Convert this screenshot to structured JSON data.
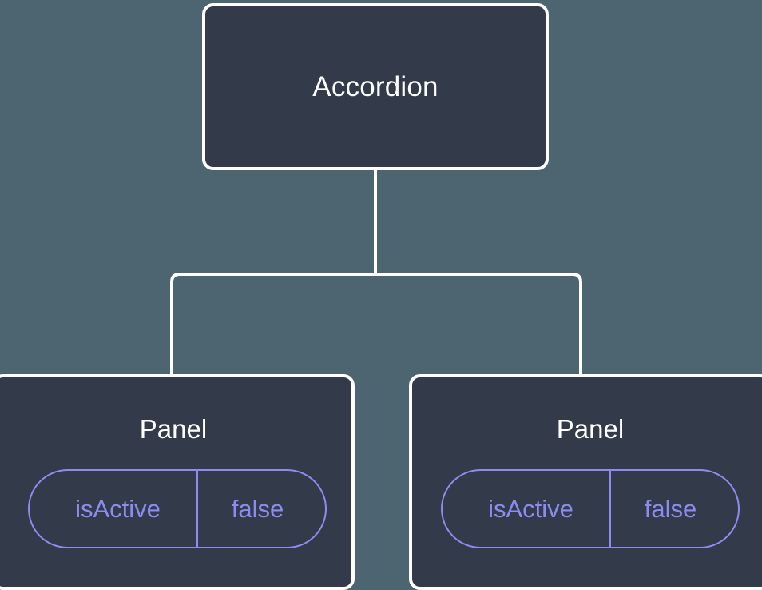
{
  "diagram": {
    "type": "component-tree",
    "background_color": "#4c6570",
    "node_fill_color": "#333b4b",
    "node_border_color": "#ffffff",
    "edge_color": "#ffffff",
    "prop_accent_color": "#8c8cf0",
    "root": {
      "label": "Accordion"
    },
    "children": [
      {
        "label": "Panel",
        "prop": {
          "key": "isActive",
          "value": "false"
        }
      },
      {
        "label": "Panel",
        "prop": {
          "key": "isActive",
          "value": "false"
        }
      }
    ]
  }
}
